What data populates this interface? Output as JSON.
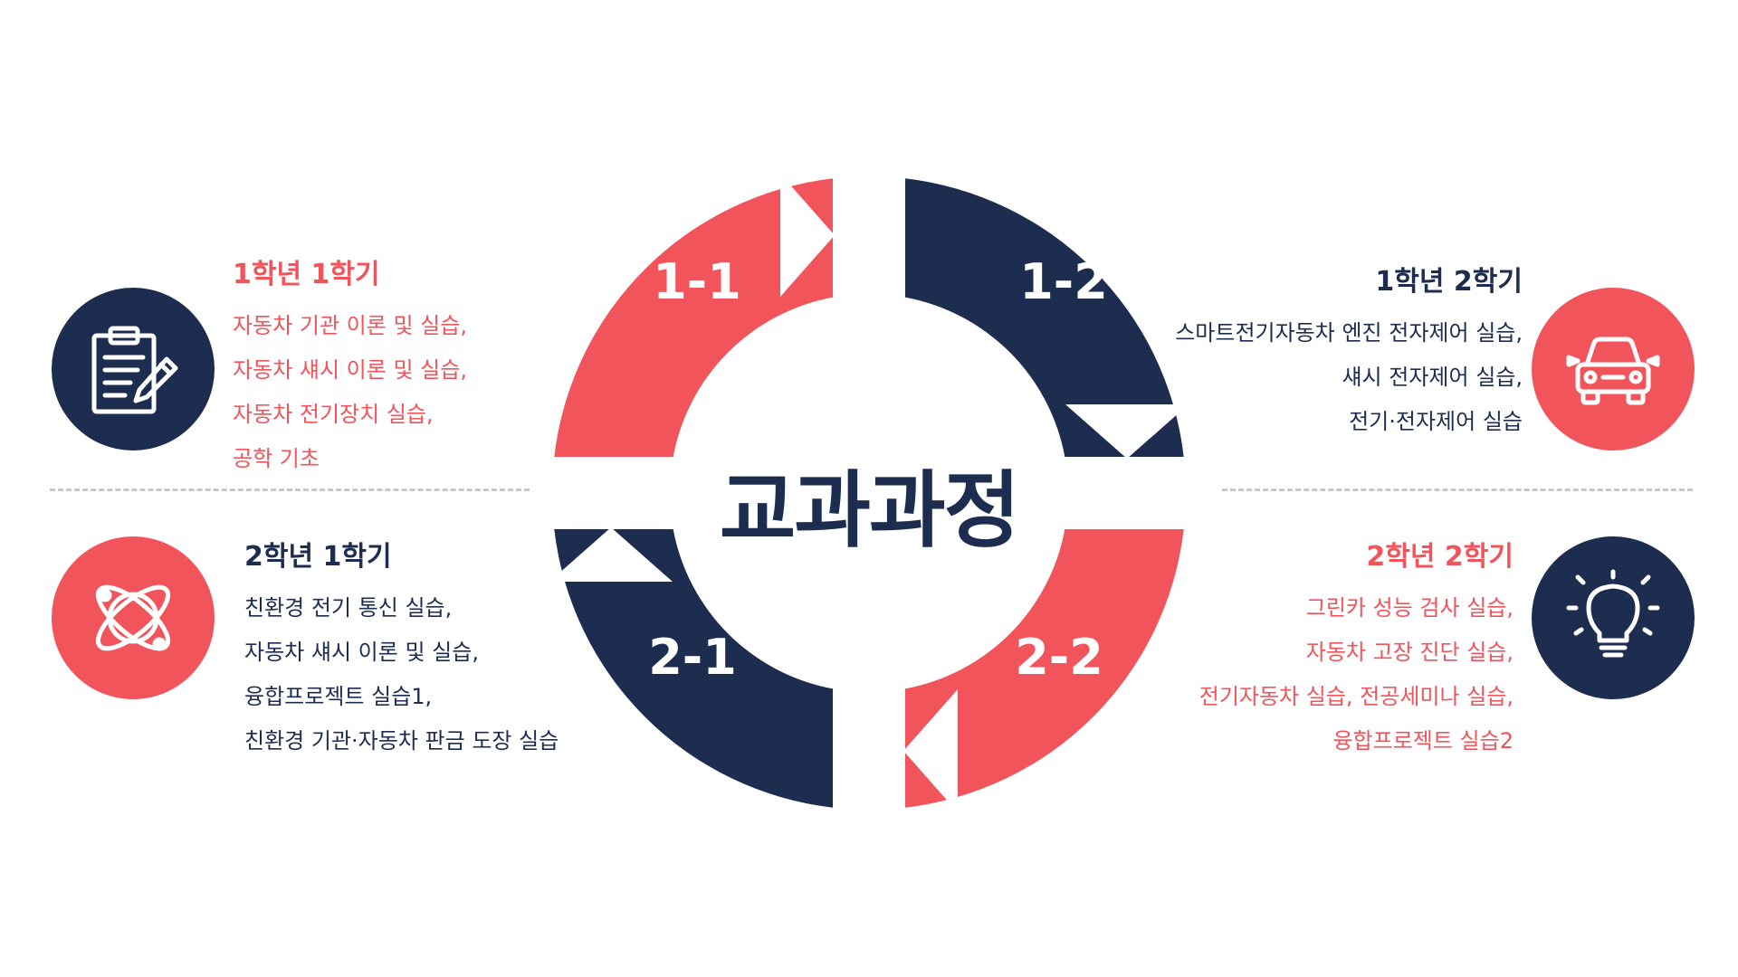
{
  "center_title": "교과과정",
  "colors": {
    "red": "#f2545b",
    "navy": "#1c2d50",
    "white": "#ffffff",
    "divider": "#c8c8c8"
  },
  "segments": [
    {
      "label": "1-1",
      "color": "red"
    },
    {
      "label": "1-2",
      "color": "navy"
    },
    {
      "label": "2-2",
      "color": "red"
    },
    {
      "label": "2-1",
      "color": "navy"
    }
  ],
  "semesters": {
    "y1s1": {
      "title": "1학년 1학기",
      "icon": "clipboard-pencil-icon",
      "lines": [
        "자동차 기관 이론 및 실습,",
        "자동차 섀시 이론 및 실습,",
        "자동차 전기장치 실습,",
        "공학 기초"
      ]
    },
    "y1s2": {
      "title": "1학년 2학기",
      "icon": "car-icon",
      "lines": [
        "스마트전기자동차 엔진 전자제어 실습,",
        "섀시 전자제어 실습,",
        "전기·전자제어 실습"
      ]
    },
    "y2s1": {
      "title": "2학년 1학기",
      "icon": "atom-icon",
      "lines": [
        "친환경 전기 통신 실습,",
        "자동차 섀시 이론 및 실습,",
        "융합프로젝트 실습1,",
        "친환경 기관·자동차 판금 도장 실습"
      ]
    },
    "y2s2": {
      "title": "2학년 2학기",
      "icon": "lightbulb-icon",
      "lines": [
        "그린카 성능 검사 실습,",
        "자동차 고장 진단 실습,",
        "전기자동차 실습, 전공세미나 실습,",
        "융합프로젝트 실습2"
      ]
    }
  }
}
